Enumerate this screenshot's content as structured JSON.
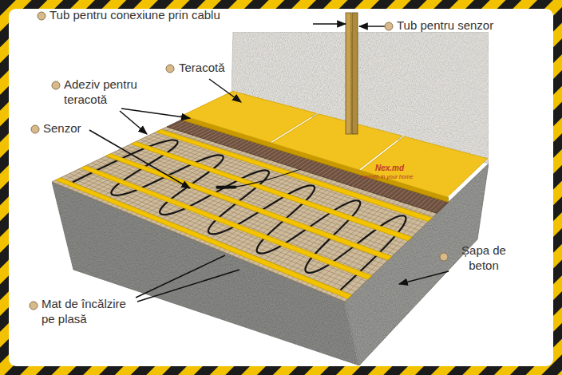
{
  "diagram": {
    "labels": [
      "Tub pentru conexiune prin cablu",
      "Tub pentru senzor",
      "Teracotă",
      "Adeziv pentru teracotă",
      "Senzor",
      "Șapa de beton",
      "Mat de încălzire pe plasă",
      "Nex.md",
      "warmth in your home"
    ]
  }
}
